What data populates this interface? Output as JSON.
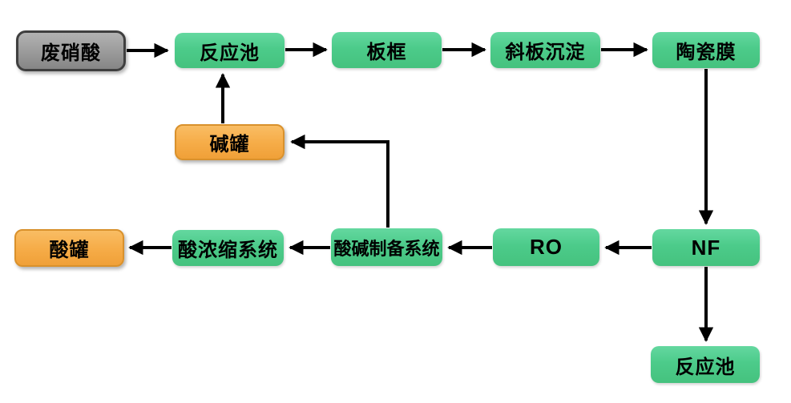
{
  "diagram": {
    "nodes": {
      "waste_acid": {
        "label": "废硝酸"
      },
      "reaction_pool_top": {
        "label": "反应池"
      },
      "plate_frame": {
        "label": "板框"
      },
      "inclined_plate_settling": {
        "label": "斜板沉淀"
      },
      "ceramic_membrane": {
        "label": "陶瓷膜"
      },
      "alkali_tank": {
        "label": "碱罐"
      },
      "acid_tank": {
        "label": "酸罐"
      },
      "acid_concentration_system": {
        "label": "酸浓缩系统"
      },
      "acid_alkali_prep_system": {
        "label": "酸碱制备系统"
      },
      "ro": {
        "label": "RO"
      },
      "nf": {
        "label": "NF"
      },
      "reaction_pool_bottom": {
        "label": "反应池"
      }
    },
    "colors": {
      "node_green": "#4ccb8a",
      "node_orange": "#f6ad49",
      "node_gray": "#9c9c9c",
      "node_border_gray": "#3f3f3f",
      "node_border_orange": "#d9912c",
      "arrow": "#000000",
      "background": "#ffffff"
    }
  }
}
